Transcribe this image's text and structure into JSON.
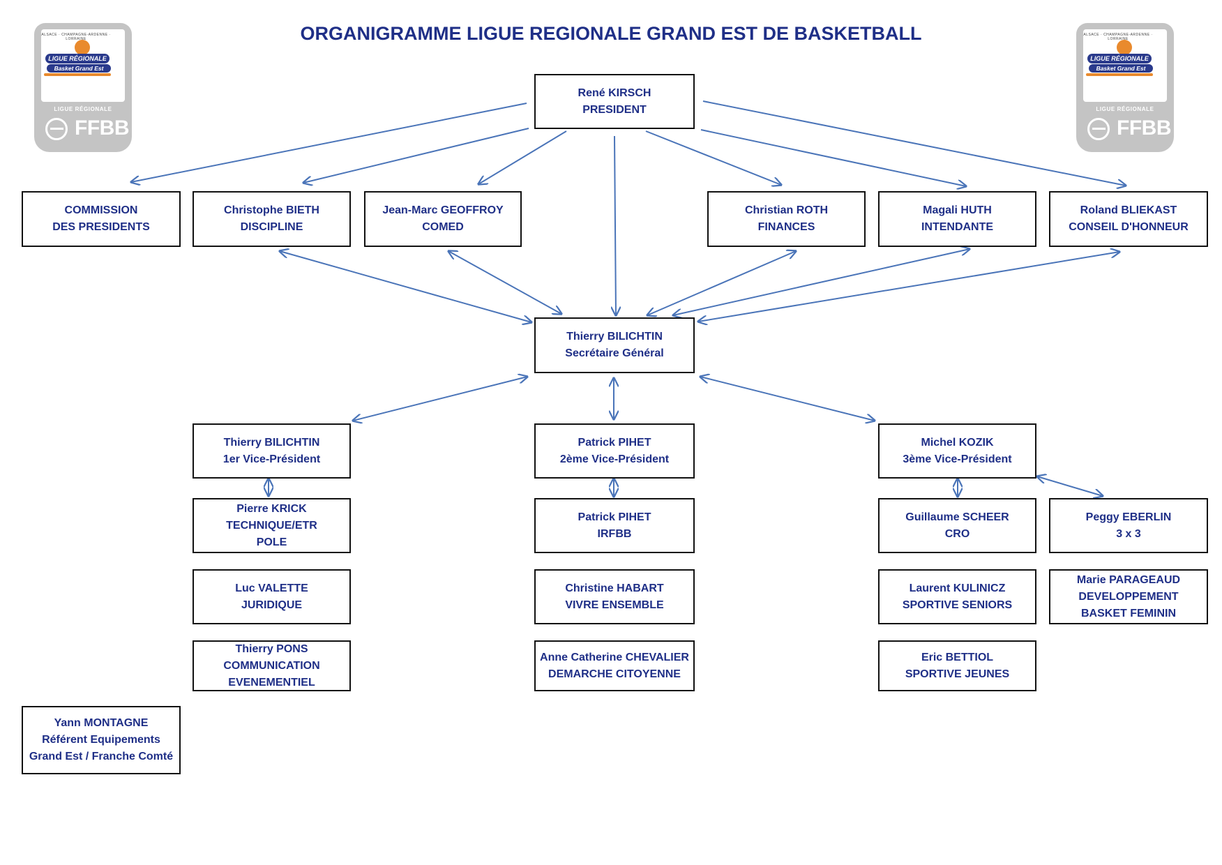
{
  "title": "ORGANIGRAMME LIGUE REGIONALE GRAND EST DE BASKETBALL",
  "logo": {
    "arc_text": "ALSACE · CHAMPAGNE-ARDENNE · LORRAINE",
    "line1": "LIGUE RÉGIONALE",
    "line2": "Basket Grand Est",
    "federation_label": "LIGUE RÉGIONALE",
    "federation": "FFBB"
  },
  "nodes": {
    "president": [
      "René KIRSCH",
      "PRESIDENT"
    ],
    "commission": [
      "COMMISSION",
      "DES PRESIDENTS"
    ],
    "discipline": [
      "Christophe BIETH",
      "DISCIPLINE"
    ],
    "comed": [
      "Jean-Marc GEOFFROY",
      "COMED"
    ],
    "finances": [
      "Christian ROTH",
      "FINANCES"
    ],
    "intendante": [
      "Magali HUTH",
      "INTENDANTE"
    ],
    "honneur": [
      "Roland BLIEKAST",
      "CONSEIL D'HONNEUR"
    ],
    "secretaire": [
      "Thierry BILICHTIN",
      "Secrétaire Général"
    ],
    "vp1": [
      "Thierry BILICHTIN",
      "1er Vice-Président"
    ],
    "vp2": [
      "Patrick PIHET",
      "2ème Vice-Président"
    ],
    "vp3": [
      "Michel KOZIK",
      "3ème Vice-Président"
    ],
    "technique": [
      "Pierre KRICK",
      "TECHNIQUE/ETR",
      "POLE"
    ],
    "juridique": [
      "Luc VALETTE",
      "JURIDIQUE"
    ],
    "communication": [
      "Thierry PONS",
      "COMMUNICATION",
      "EVENEMENTIEL"
    ],
    "irfbb": [
      "Patrick PIHET",
      "IRFBB"
    ],
    "vivre": [
      "Christine HABART",
      "VIVRE ENSEMBLE"
    ],
    "citoyenne": [
      "Anne Catherine CHEVALIER",
      "DEMARCHE CITOYENNE"
    ],
    "cro": [
      "Guillaume SCHEER",
      "CRO"
    ],
    "seniors": [
      "Laurent KULINICZ",
      "SPORTIVE SENIORS"
    ],
    "jeunes": [
      "Eric BETTIOL",
      "SPORTIVE JEUNES"
    ],
    "trois": [
      "Peggy EBERLIN",
      "3 x 3"
    ],
    "feminin": [
      "Marie PARAGEAUD",
      "DEVELOPPEMENT",
      "BASKET FEMININ"
    ],
    "equipements": [
      "Yann MONTAGNE",
      "Référent Equipements",
      "Grand Est / Franche Comté"
    ]
  },
  "colors": {
    "title": "#1f2f87",
    "text": "#1f2f87",
    "arrow": "#4a74b8",
    "border": "#111111",
    "logo_grey": "#c4c4c4",
    "logo_blue": "#2a3a8c",
    "logo_orange": "#e98a2d"
  }
}
